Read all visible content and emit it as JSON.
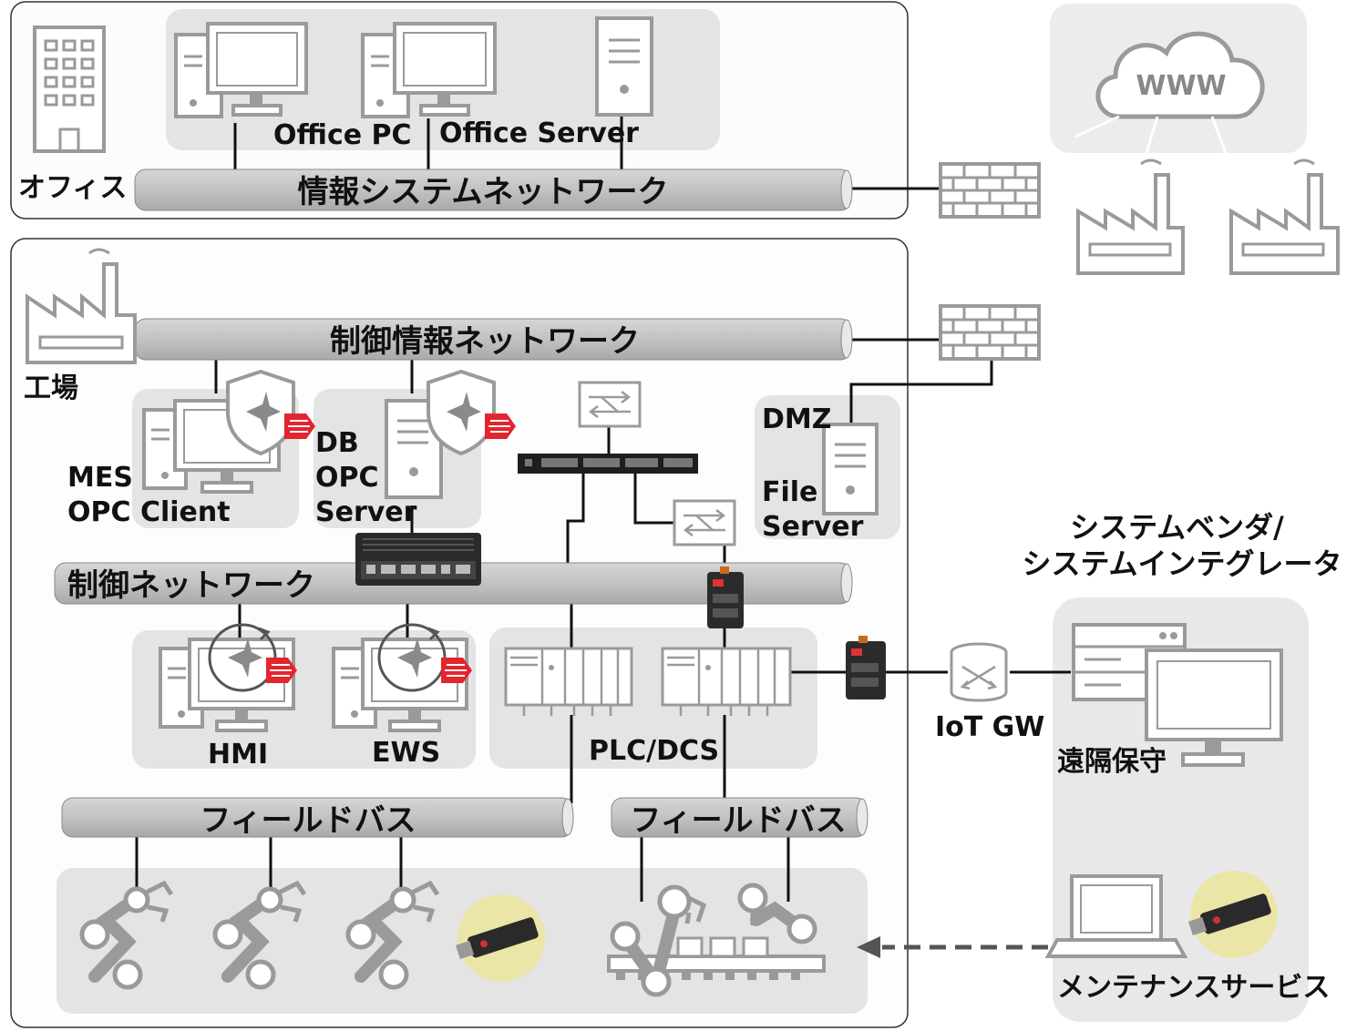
{
  "zones": {
    "office": "オフィス",
    "factory": "工場",
    "integrator": "システムベンダ/\nシステムインテグレータ"
  },
  "networks": {
    "info_system": "情報システムネットワーク",
    "control_info": "制御情報ネットワーク",
    "control": "制御ネットワーク",
    "fieldbus_left": "フィールドバス",
    "fieldbus_right": "フィールドバス"
  },
  "devices": {
    "office_pc": "Office PC",
    "office_server": "Office Server",
    "www": "WWW",
    "mes": "MES\nOPC Client",
    "db": "DB\nOPC\nServer",
    "dmz": "DMZ",
    "file_server": "File\nServer",
    "hmi": "HMI",
    "ews": "EWS",
    "plc": "PLC/DCS",
    "iot_gw": "IoT GW",
    "remote": "遠隔保守",
    "maintenance": "メンテナンスサービス"
  },
  "colors": {
    "pipe": "#c4c4c4",
    "panel": "#e4e4e4",
    "icon": "#9a9a9a",
    "shield_badge": "#e3252f",
    "usb_circle": "#ebe6a8"
  }
}
